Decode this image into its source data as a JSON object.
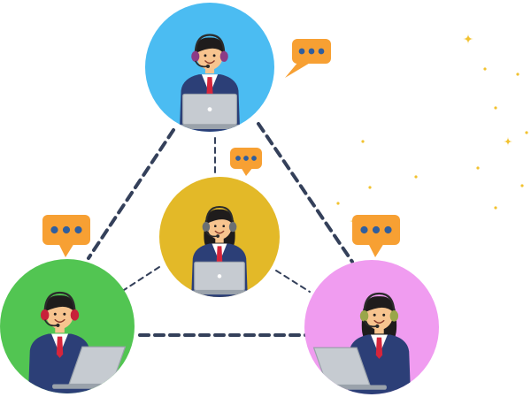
{
  "colors": {
    "background": "#ffffff",
    "connector": "#34405a",
    "bubble": "#f7a033",
    "bubble_dot": "#2f5e9e",
    "sparkle": "#f2c230",
    "suit": "#2c3f77",
    "shirt": "#ffffff",
    "tie": "#d6253b",
    "skin": "#f7c48f",
    "hair": "#1f1c1c",
    "laptop": "#c6cbd1",
    "laptop_edge": "#9aa2ab"
  },
  "agents": [
    {
      "id": "top",
      "role": "support-agent-male",
      "circle": "#4bbcf2",
      "headset": "#8c3b86"
    },
    {
      "id": "center",
      "role": "support-agent-female",
      "circle": "#e3b928",
      "headset": "#6a6f73"
    },
    {
      "id": "left",
      "role": "support-agent-male",
      "circle": "#52c552",
      "headset": "#c8203a"
    },
    {
      "id": "right",
      "role": "support-agent-female",
      "circle": "#f09cf0",
      "headset": "#9aa64a"
    }
  ],
  "icons": [
    "chat-bubble-icon",
    "sparkle-icon",
    "headset-icon",
    "laptop-icon"
  ]
}
